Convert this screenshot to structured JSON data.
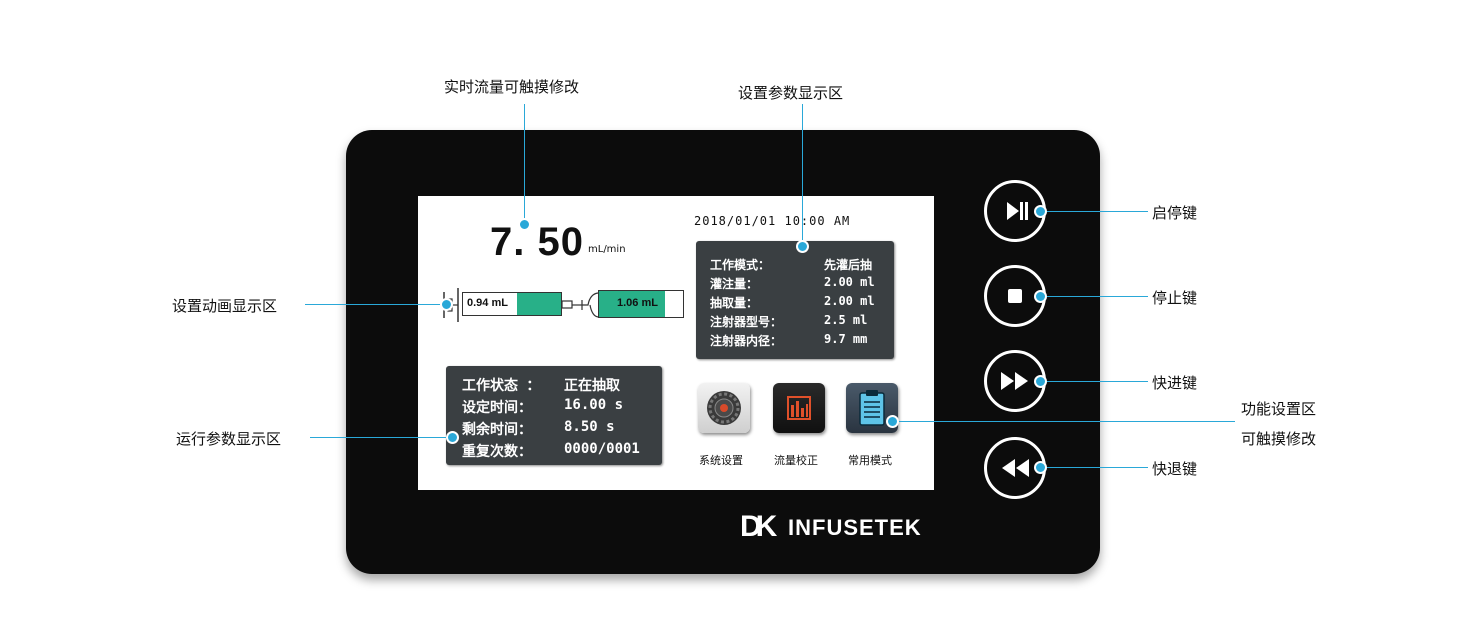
{
  "callouts": {
    "realtime_flow": "实时流量可触摸修改",
    "settings_display": "设置参数显示区",
    "animation_display": "设置动画显示区",
    "run_params_display": "运行参数显示区",
    "start_stop_key": "启停键",
    "stop_key": "停止键",
    "fast_forward_key": "快进键",
    "function_area_line1": "功能设置区",
    "function_area_line2": "可触摸修改",
    "fast_back_key": "快退键"
  },
  "screen": {
    "flow_value": "7. 50",
    "flow_unit": "mL/min",
    "datetime": "2018/01/01  10:00 AM",
    "syringe_left_volume": "0.94 mL",
    "syringe_right_volume": "1.06 mL",
    "params": [
      {
        "label": "工作模式：",
        "value": "先灌后抽"
      },
      {
        "label": "灌注量：",
        "value": "2.00  ml"
      },
      {
        "label": "抽取量：",
        "value": "2.00  ml"
      },
      {
        "label": "注射器型号：",
        "value": "2.5   ml"
      },
      {
        "label": "注射器内径：",
        "value": "9.7   mm"
      }
    ],
    "run": [
      {
        "label": "工作状态 ：",
        "value": "正在抽取"
      },
      {
        "label": "设定时间：",
        "value": "16.00  s"
      },
      {
        "label": "剩余时间：",
        "value": "8.50   s"
      },
      {
        "label": "重复次数：",
        "value": "0000/0001"
      }
    ],
    "functions": [
      {
        "label": "系统设置",
        "icon": "gear-icon"
      },
      {
        "label": "流量校正",
        "icon": "bar-chart-icon"
      },
      {
        "label": "常用模式",
        "icon": "clipboard-icon"
      }
    ]
  },
  "brand": {
    "logo_mark": "DK",
    "name": "INFUSETEK"
  },
  "keys": [
    {
      "name": "play-pause",
      "icon": "play-pause-icon"
    },
    {
      "name": "stop",
      "icon": "stop-icon"
    },
    {
      "name": "fast-forward",
      "icon": "fast-forward-icon"
    },
    {
      "name": "fast-back",
      "icon": "rewind-icon"
    }
  ],
  "colors": {
    "accent_line": "#2aa8d8",
    "syringe_fill": "#28b088",
    "panel": "#3a3f42",
    "device": "#0c0c0c",
    "bar_icon": "#e0502a"
  }
}
